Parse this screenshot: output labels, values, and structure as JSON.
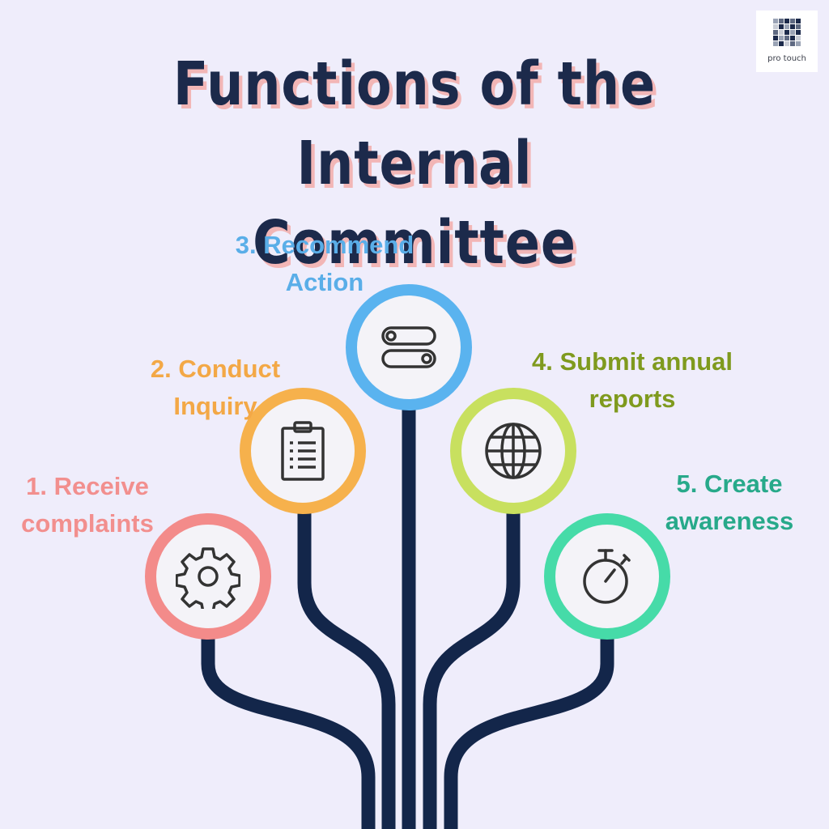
{
  "title": {
    "line1": "Functions of the Internal",
    "line2": "Committee"
  },
  "logo": {
    "text": "pro touch"
  },
  "colors": {
    "background": "#efedfb",
    "title": "#1c2a4b",
    "title_shadow": "#f2b6b6",
    "stem": "#13264a",
    "step1": "#f38b8a",
    "step2": "#f6b14c",
    "step3": "#5ab3ef",
    "step4": "#c8e05f",
    "step5": "#46dba8"
  },
  "steps": [
    {
      "line1": "1. Receive",
      "line2": "complaints",
      "icon": "gear-icon",
      "label_color": "#f28f8e"
    },
    {
      "line1": "2. Conduct",
      "line2": "Inquiry",
      "icon": "clipboard-icon",
      "label_color": "#f3a846"
    },
    {
      "line1": "3. Recommend",
      "line2": "Action",
      "icon": "toggle-icon",
      "label_color": "#5aaee8"
    },
    {
      "line1": "4. Submit annual",
      "line2": "reports",
      "icon": "globe-icon",
      "label_color": "#7f9a1e"
    },
    {
      "line1": "5. Create",
      "line2": "awareness",
      "icon": "stopwatch-icon",
      "label_color": "#27a98a"
    }
  ]
}
